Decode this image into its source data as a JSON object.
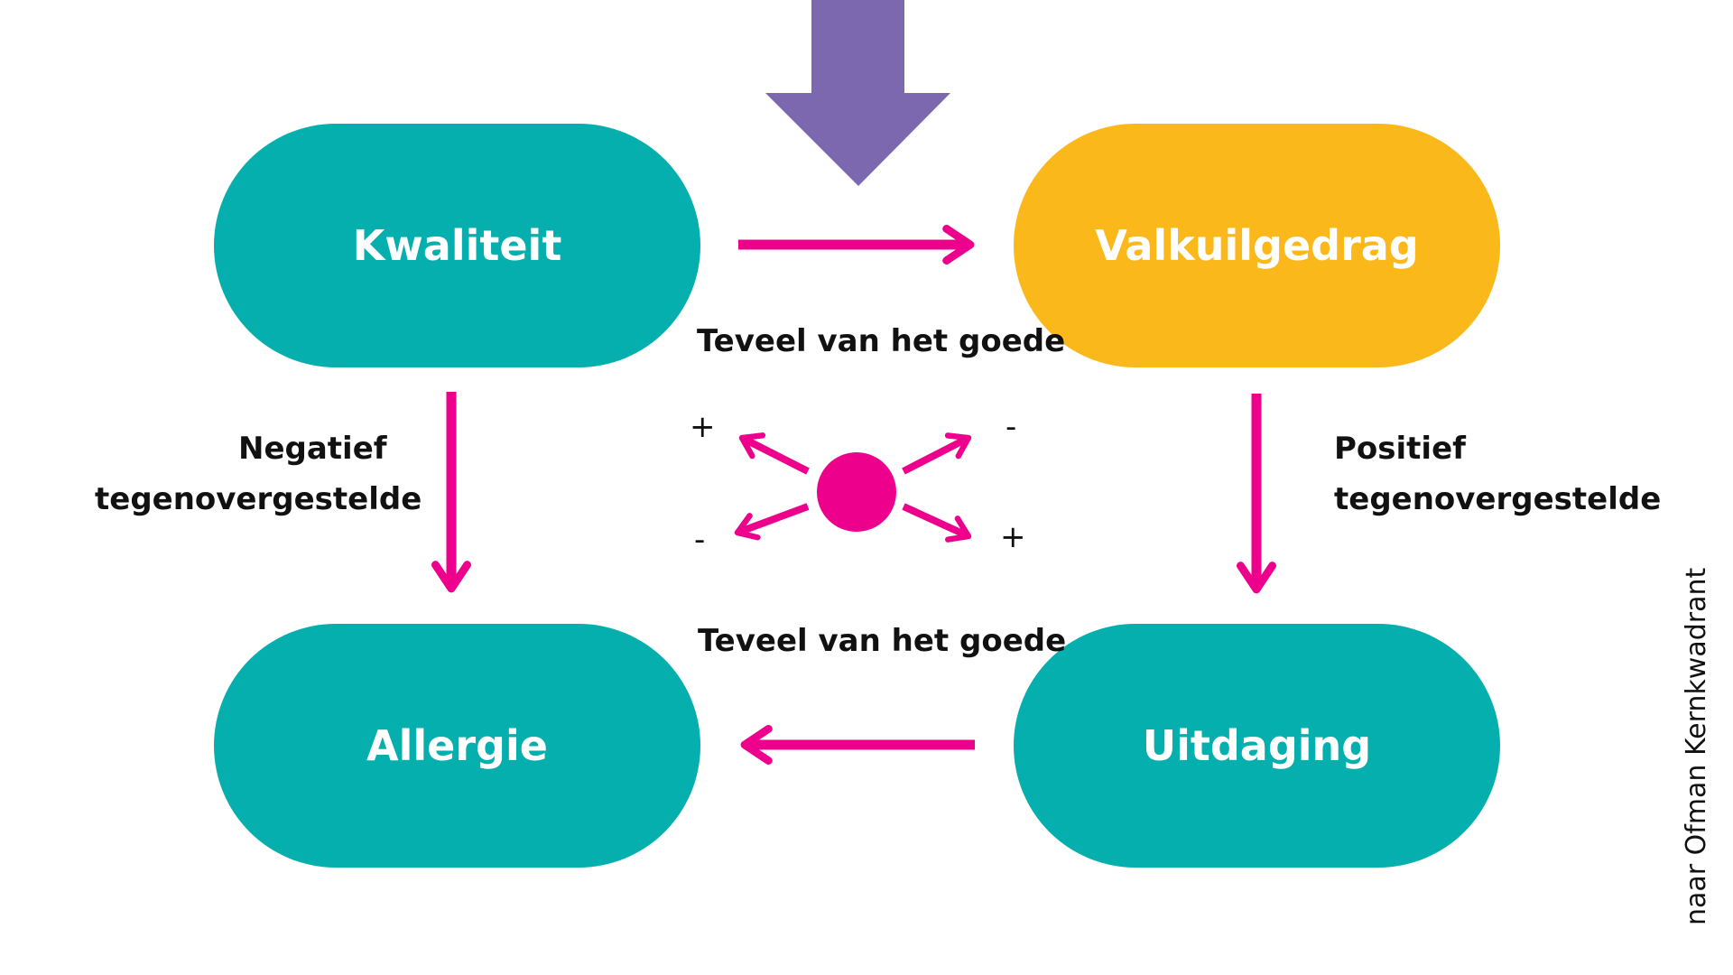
{
  "colors": {
    "teal": "#04AFAD",
    "amber": "#FBB81B",
    "magenta": "#EC008C",
    "purple": "#7B68AE"
  },
  "nodes": {
    "quality": "Kwaliteit",
    "pitfall": "Valkuilgedrag",
    "allergy": "Allergie",
    "challenge": "Uitdaging"
  },
  "labels": {
    "top_edge": "Teveel van het goede",
    "bottom_edge": "Teveel van het goede",
    "left_edge_line1": "Negatief",
    "left_edge_line2": "tegenovergestelde",
    "right_edge_line1": "Positief",
    "right_edge_line2": "tegenovergestelde"
  },
  "center_signs": {
    "top_left": "+",
    "top_right": "-",
    "bottom_left": "-",
    "bottom_right": "+"
  },
  "credit": "naar Ofman Kernkwadrant"
}
